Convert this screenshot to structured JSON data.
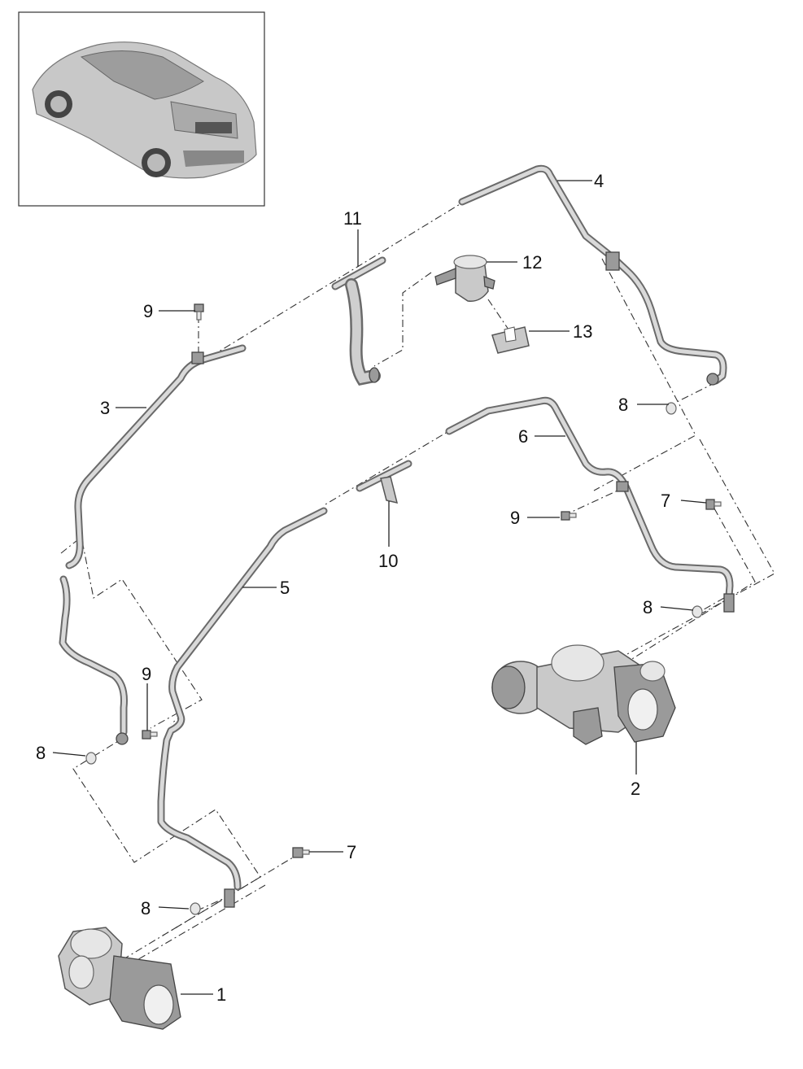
{
  "diagram": {
    "callouts": {
      "c1": "1",
      "c2": "2",
      "c3": "3",
      "c4": "4",
      "c5": "5",
      "c6": "6",
      "c7a": "7",
      "c7b": "7",
      "c8a": "8",
      "c8b": "8",
      "c8c": "8",
      "c8d": "8",
      "c9a": "9",
      "c9b": "9",
      "c9c": "9",
      "c10": "10",
      "c11": "11",
      "c12": "12",
      "c13": "13"
    },
    "thumbnail_icon": "car-rear-view-icon"
  }
}
